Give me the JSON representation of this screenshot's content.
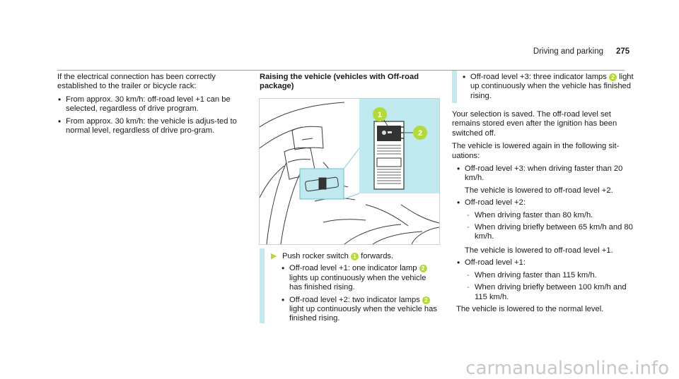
{
  "header": {
    "title": "Driving and parking",
    "page": "275"
  },
  "col1": {
    "intro": "If the electrical connection has been correctly established to the trailer or bicycle rack:",
    "bullets": [
      "From approx. 30 km/h: off-road level +1 can be selected, regardless of drive program.",
      "From approx. 30 km/h: the vehicle is adjus-ted to normal level, regardless of drive pro-gram."
    ]
  },
  "col2": {
    "heading": "Raising the vehicle (vehicles with Off-road package)",
    "figure_callouts": [
      "1",
      "2"
    ],
    "instr_pre": "Push rocker switch ",
    "instr_post": " forwards.",
    "bullets": [
      {
        "pre": "Off-road level +1: one indicator lamp ",
        "num": "2",
        "post": " lights up continuously when the vehicle has finished rising."
      },
      {
        "pre": "Off-road level +2: two indicator lamps ",
        "num": "2",
        "post": " light up continuously when the vehicle has finished rising."
      }
    ]
  },
  "col3": {
    "bullet_top": {
      "pre": "Off-road level +3: three indicator lamps ",
      "num": "2",
      "post": " light up continuously when the vehicle has finished rising."
    },
    "saved": "Your selection is saved. The off-road level set remains stored even after the ignition has been switched off.",
    "lowered_intro": "The vehicle is lowered again in the following sit-uations:",
    "level3": "Off-road level +3: when driving faster than 20 km/h.",
    "level3_result": "The vehicle is lowered to off-road level +2.",
    "level2": "Off-road level +2:",
    "level2_dashes": [
      "When driving faster than 80 km/h.",
      "When driving briefly between 65 km/h and 80 km/h."
    ],
    "level2_result": "The vehicle is lowered to off-road level +1.",
    "level1": "Off-road level +1:",
    "level1_dashes": [
      "When driving faster than 115 km/h.",
      "When driving briefly between 100 km/h and 115 km/h."
    ],
    "level1_result": "The vehicle is lowered to the normal level."
  },
  "colors": {
    "accent": "#b4da3a",
    "teal": "#bfeaf0",
    "teal_panel": "#bfe9ee"
  },
  "watermark": "carmanualsonline.info"
}
